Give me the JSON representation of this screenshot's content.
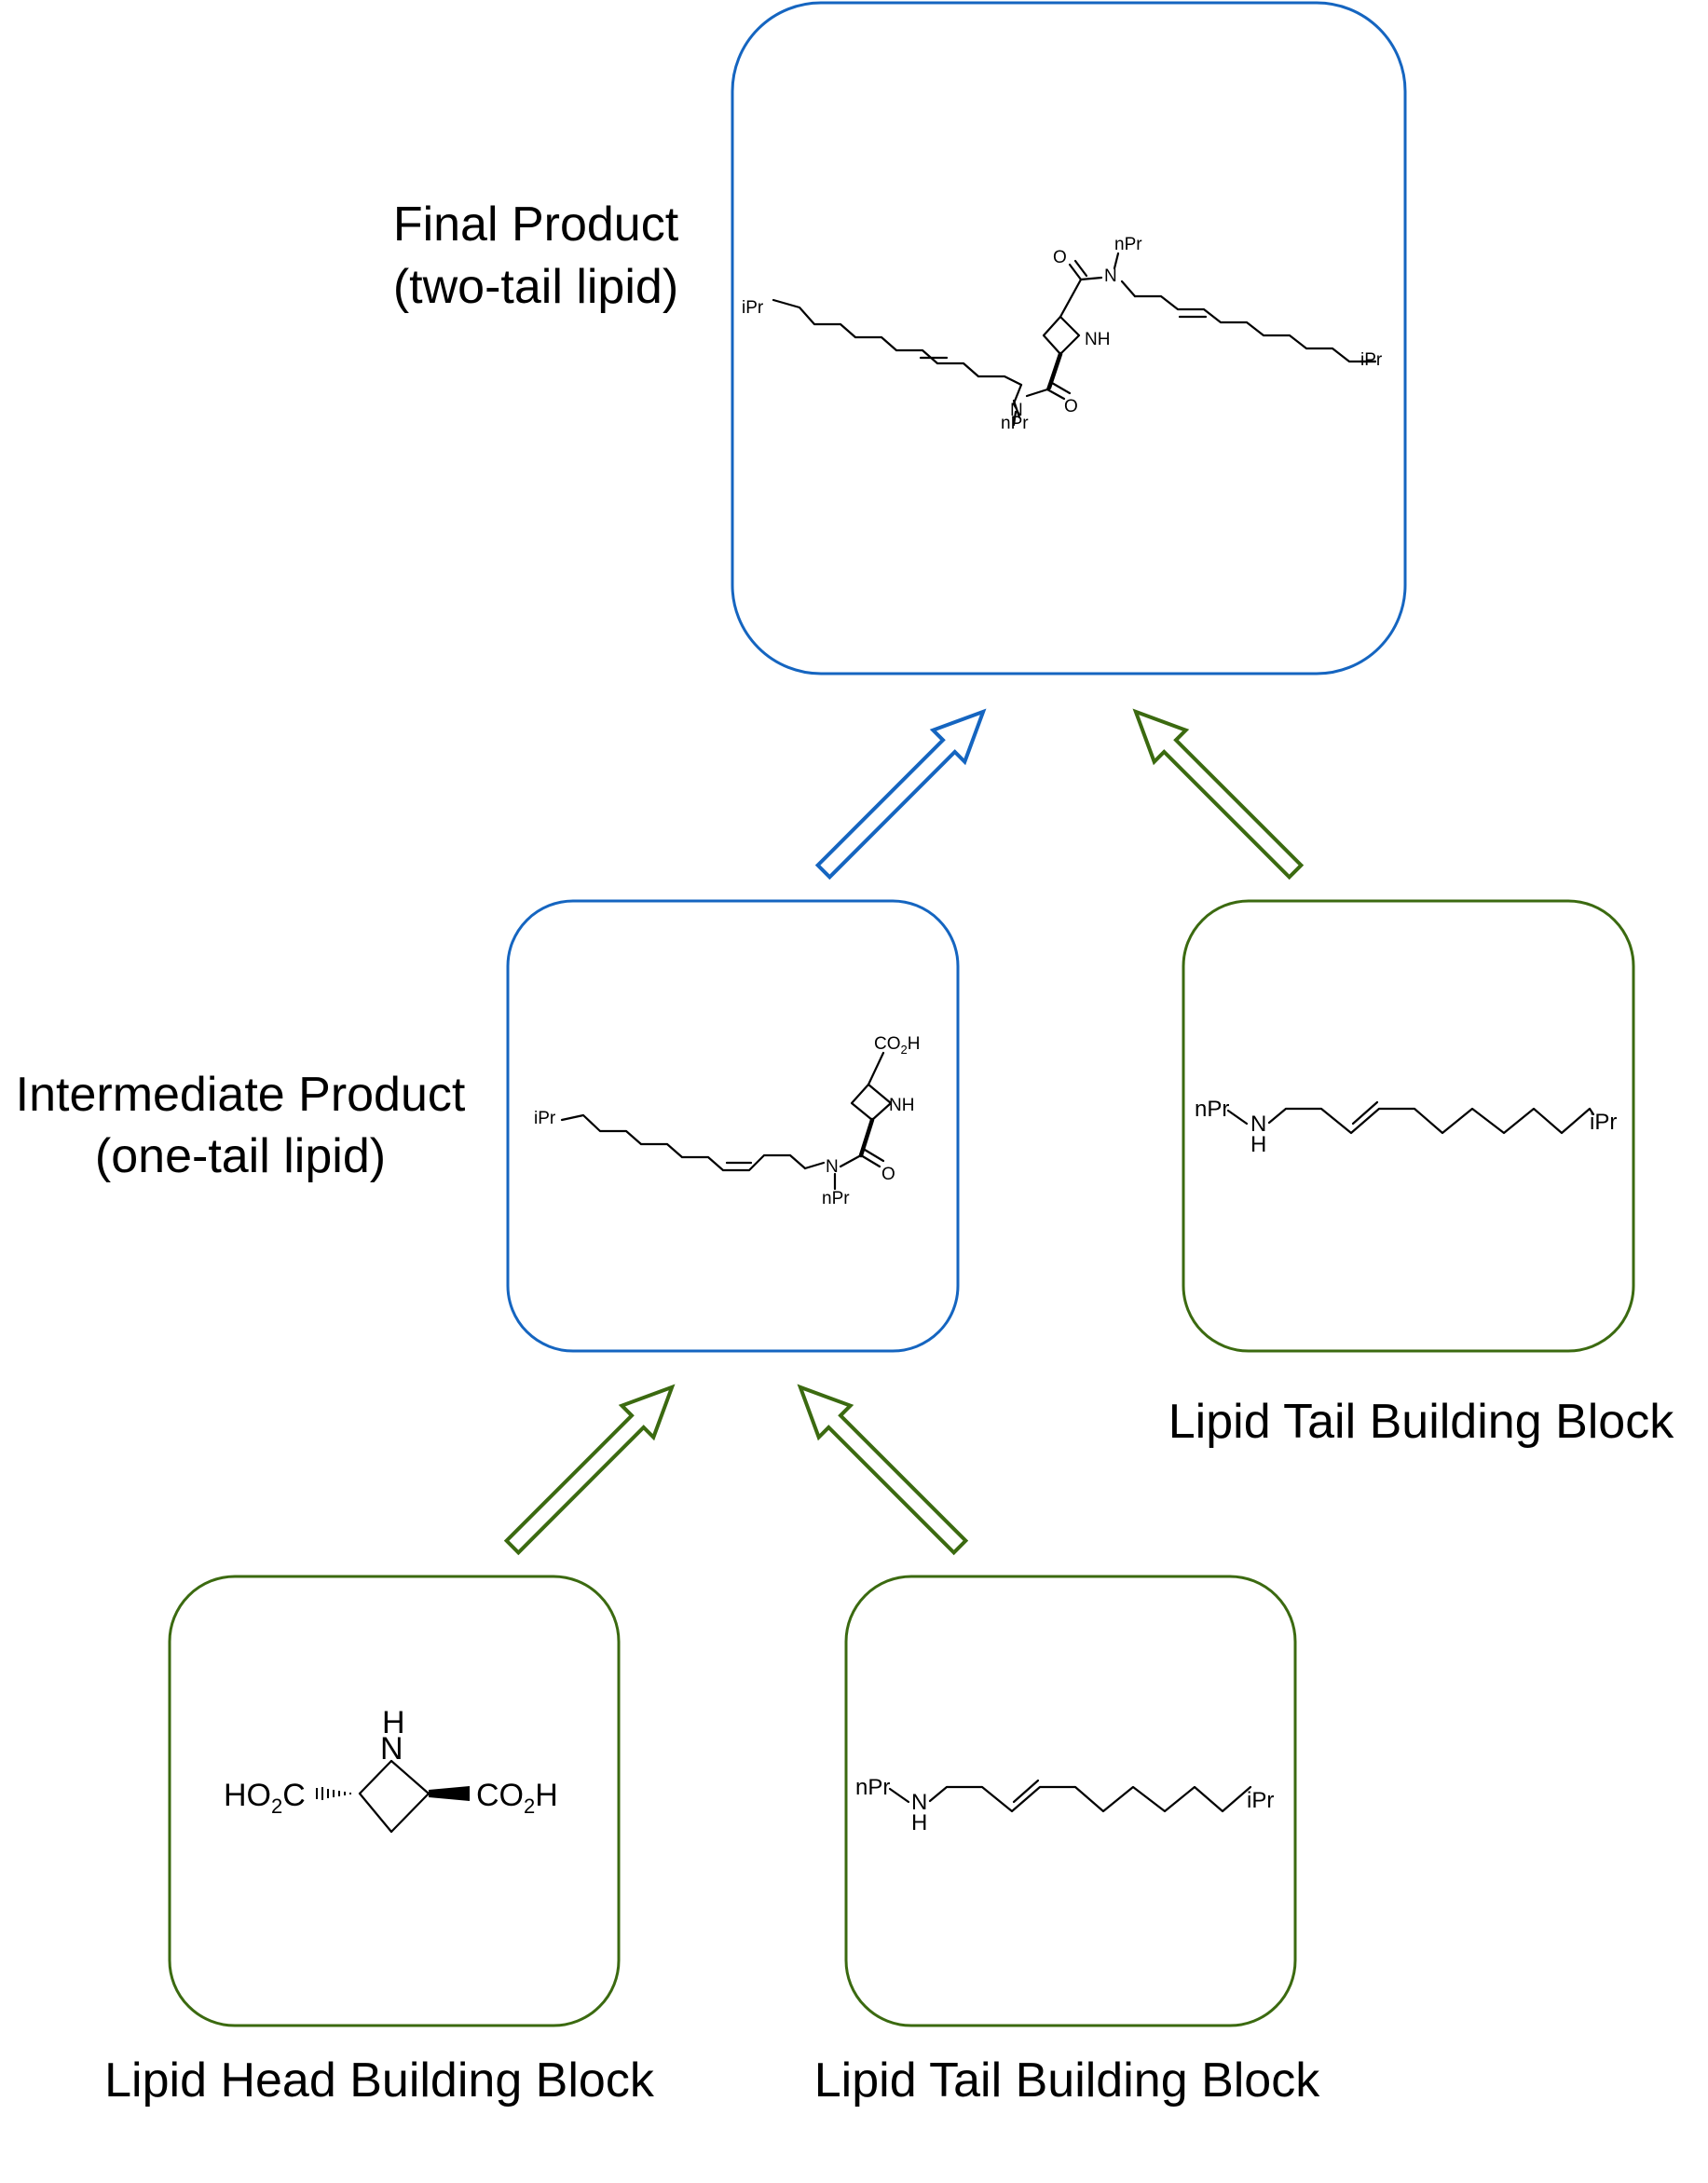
{
  "labels": {
    "final_title": "Final Product",
    "final_subtitle": "(two-tail lipid)",
    "intermediate_title": "Intermediate Product",
    "intermediate_subtitle": "(one-tail lipid)",
    "tail_block_right": "Lipid Tail Building Block",
    "head_block": "Lipid Head Building Block",
    "tail_block_bottom": "Lipid Tail Building Block"
  },
  "atoms": {
    "ipr": "iPr",
    "npr": "nPr",
    "n": "N",
    "h": "H",
    "nh": "NH",
    "o": "O",
    "co2h_a": "CO",
    "co2h_sub": "2",
    "co2h_b": "H",
    "ho2c_a": "HO",
    "ho2c_sub": "2",
    "ho2c_b": "C"
  },
  "colors": {
    "product_border": "#1565c0",
    "building_block_border": "#3b6a10"
  }
}
